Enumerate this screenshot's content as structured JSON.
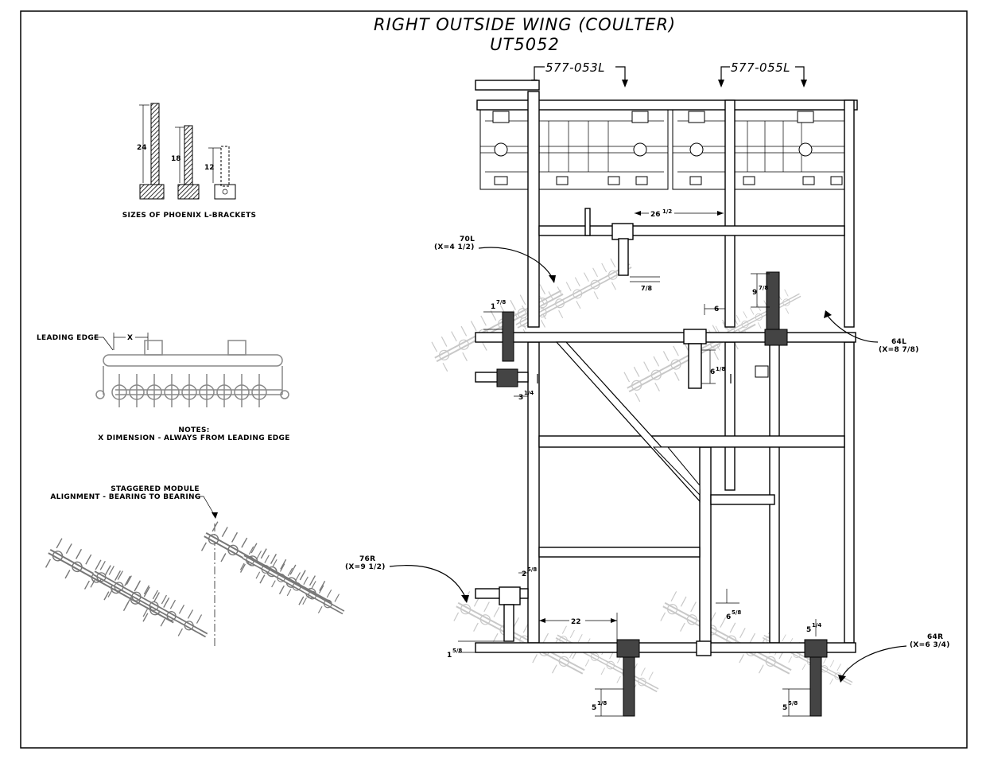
{
  "drawing": {
    "title": "RIGHT OUTSIDE WING (COULTER)",
    "model": "UT5052"
  },
  "part_numbers": {
    "left": "577-053L",
    "right": "577-055L"
  },
  "brackets": {
    "caption": "SIZES OF PHOENIX L-BRACKETS",
    "sizes": [
      "24",
      "18",
      "12"
    ]
  },
  "leading_edge": {
    "label": "LEADING EDGE",
    "x_label": "X",
    "notes_heading": "NOTES:",
    "notes_text": "X DIMENSION - ALWAYS FROM LEADING EDGE"
  },
  "staggered": {
    "line1": "STAGGERED MODULE",
    "line2": "ALIGNMENT - BEARING TO BEARING"
  },
  "callouts": {
    "c70l": {
      "name": "70L",
      "x": "(X=4 1/2)"
    },
    "c64l": {
      "name": "64L",
      "x": "(X=8 7/8)"
    },
    "c76r": {
      "name": "76R",
      "x": "(X=9 1/2)"
    },
    "c64r": {
      "name": "64R",
      "x": "(X=6 3/4)"
    }
  },
  "dimensions": {
    "d26": "26",
    "d26f": "1/2",
    "d7": "7/8",
    "d9": "9",
    "d9f": "7/8",
    "d6": "6",
    "d1a": "1",
    "d1af": "7/8",
    "d6b": "6",
    "d6bf": "1/8",
    "d3": "3",
    "d3f": "1/4",
    "d2": "2",
    "d2f": "5/8",
    "d22": "22",
    "d6c": "6",
    "d6cf": "5/8",
    "d5a": "5",
    "d5af": "1/4",
    "d1b": "1",
    "d1bf": "5/8",
    "d5b": "5",
    "d5bf": "1/8",
    "d5c": "5",
    "d5cf": "5/8"
  }
}
